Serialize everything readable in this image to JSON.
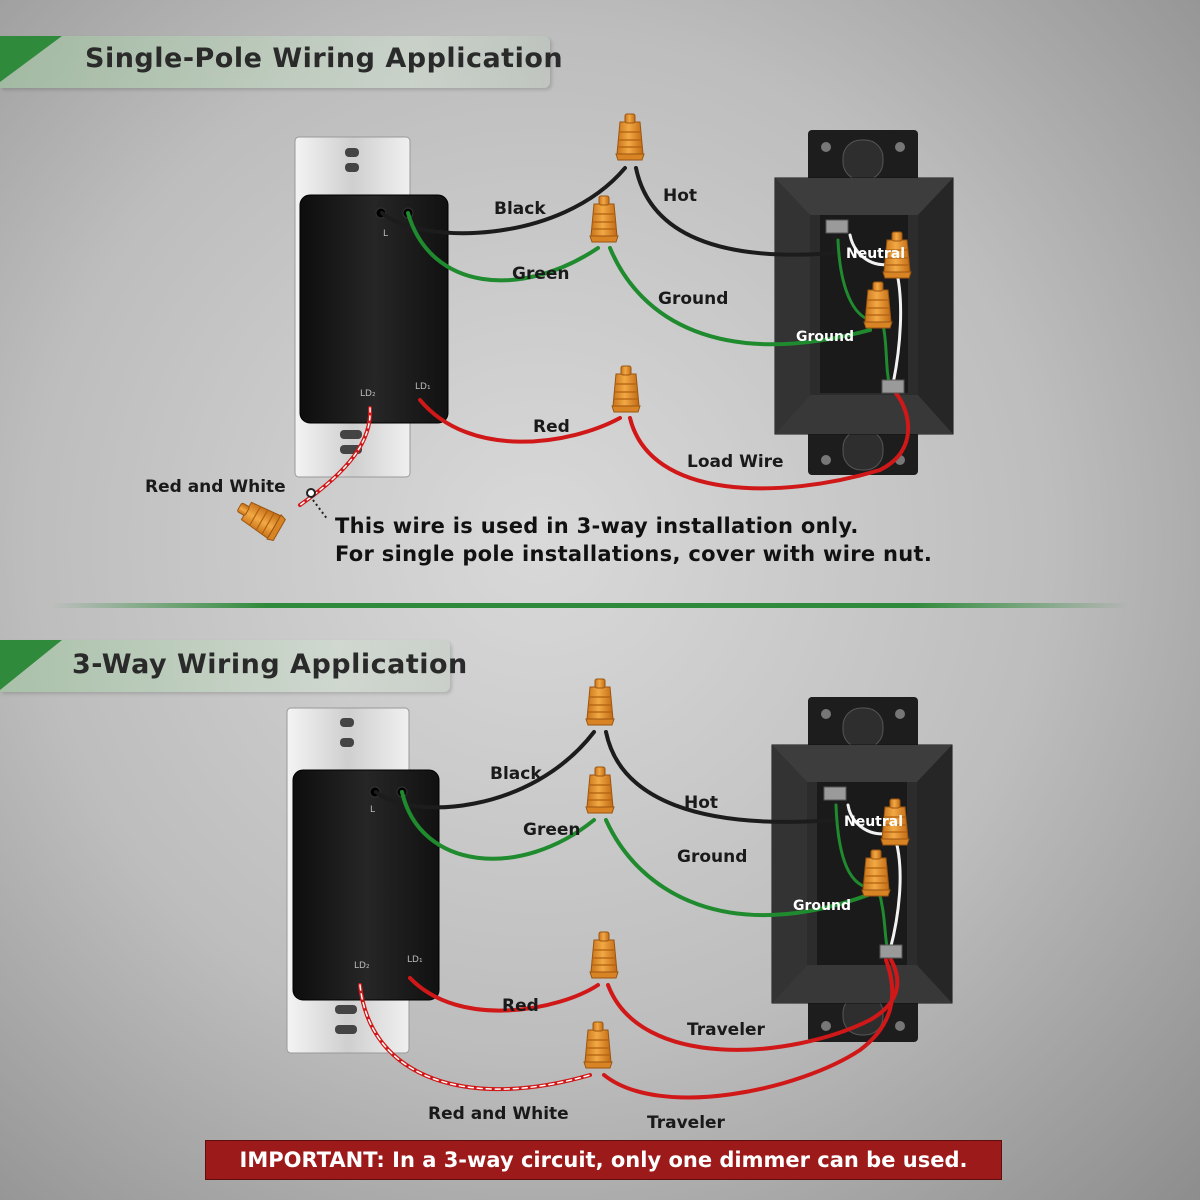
{
  "section1": {
    "title": "Single-Pole Wiring Application",
    "labels": {
      "black": "Black",
      "hot": "Hot",
      "green": "Green",
      "ground": "Ground",
      "neutral": "Neutral",
      "box_ground": "Ground",
      "red": "Red",
      "load_wire": "Load Wire",
      "red_and_white": "Red and White"
    },
    "terminals": {
      "l": "L",
      "ld1": "LD₁",
      "ld2": "LD₂"
    },
    "note_line1": "This wire is used in 3-way installation only.",
    "note_line2": "For single pole installations, cover with wire nut."
  },
  "section2": {
    "title": "3-Way Wiring Application",
    "labels": {
      "black": "Black",
      "hot": "Hot",
      "green": "Green",
      "ground": "Ground",
      "neutral": "Neutral",
      "box_ground": "Ground",
      "red": "Red",
      "traveler1": "Traveler",
      "red_and_white": "Red and White",
      "traveler2": "Traveler"
    },
    "terminals": {
      "l": "L",
      "ld1": "LD₁",
      "ld2": "LD₂"
    }
  },
  "important": "IMPORTANT: In a 3-way circuit, only one dimmer can be used.",
  "colors": {
    "wire_black": "#1c1c1c",
    "wire_green": "#1f8a2e",
    "wire_red": "#d01818",
    "wire_nut": "#e8952a",
    "banner_accent": "#2f8a3b",
    "important_bg": "#9c1a1a"
  }
}
